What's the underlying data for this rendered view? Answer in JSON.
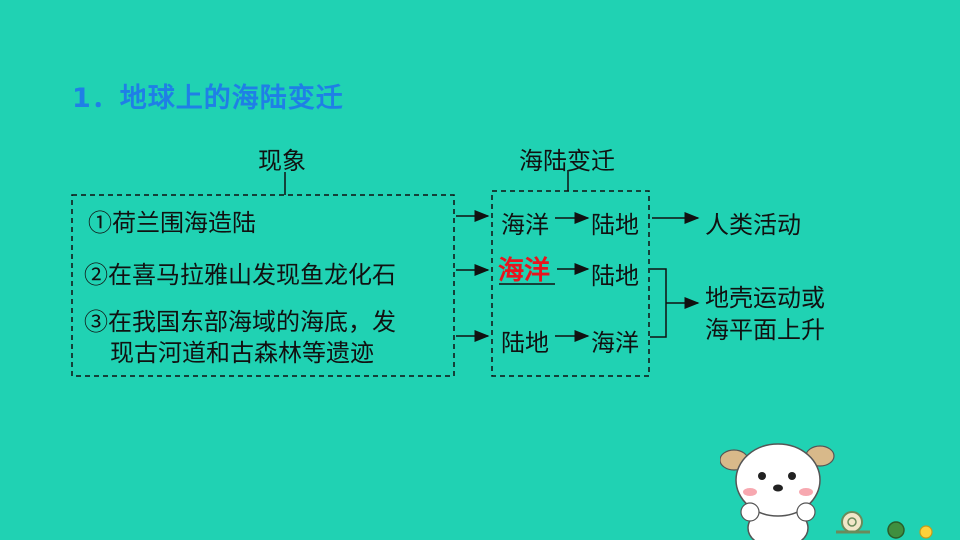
{
  "title": "1．地球上的海陆变迁",
  "header_phenomena": "现象",
  "header_change": "海陆变迁",
  "phenomena": [
    "①荷兰围海造陆",
    "②在喜马拉雅山发现鱼龙化石",
    "③在我国东部海域的海底，发",
    "现古河道和古森林等遗迹"
  ],
  "changes": [
    {
      "from": "海洋",
      "to": "陆地"
    },
    {
      "from": "海洋",
      "to": "陆地"
    },
    {
      "from": "陆地",
      "to": "海洋"
    }
  ],
  "causes": {
    "human": "人类活动",
    "natural_line1": "地壳运动或",
    "natural_line2": "海平面上升"
  },
  "colors": {
    "background": "#20d2b3",
    "title": "#1f7fe6",
    "highlight": "#e8141e"
  }
}
